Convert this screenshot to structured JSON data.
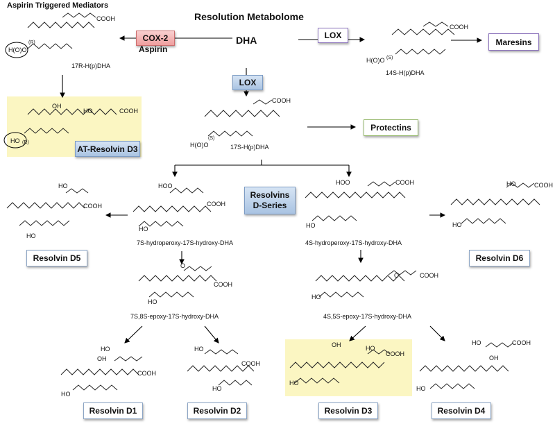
{
  "header": {
    "title": "Resolution Metabolome",
    "source": "DHA",
    "aspirin_header": "Aspirin Triggered Mediators",
    "aspirin_label": "Aspirin"
  },
  "enzymes": {
    "cox2": "COX-2",
    "lox_top": "LOX",
    "lox_center": "LOX"
  },
  "products": {
    "maresins": "Maresins",
    "protectins": "Protectins",
    "resolvins_series": "Resolvins\nD-Series",
    "at_resolvin_d3": "AT-Resolvin D3",
    "resolvin_d1": "Resolvin D1",
    "resolvin_d2": "Resolvin D2",
    "resolvin_d3": "Resolvin D3",
    "resolvin_d4": "Resolvin D4",
    "resolvin_d5": "Resolvin D5",
    "resolvin_d6": "Resolvin D6"
  },
  "intermediates": {
    "h17r": "17R-H(p)DHA",
    "h14s": "14S-H(p)DHA",
    "h17s": "17S-H(p)DHA",
    "hp7s": "7S-hydroperoxy-17S-hydroxy-DHA",
    "hp4s": "4S-hydroperoxy-17S-hydroxy-DHA",
    "ep7s": "7S,8S-epoxy-17S-hydroxy-DHA",
    "ep4s": "4S,5S-epoxy-17S-hydroxy-DHA"
  },
  "chem": {
    "cooh": "COOH",
    "ho": "HO",
    "hoo": "HOO",
    "oh": "OH",
    "hooh": "H(O)O",
    "o": "O",
    "s": "(S)",
    "r": "(R)"
  }
}
